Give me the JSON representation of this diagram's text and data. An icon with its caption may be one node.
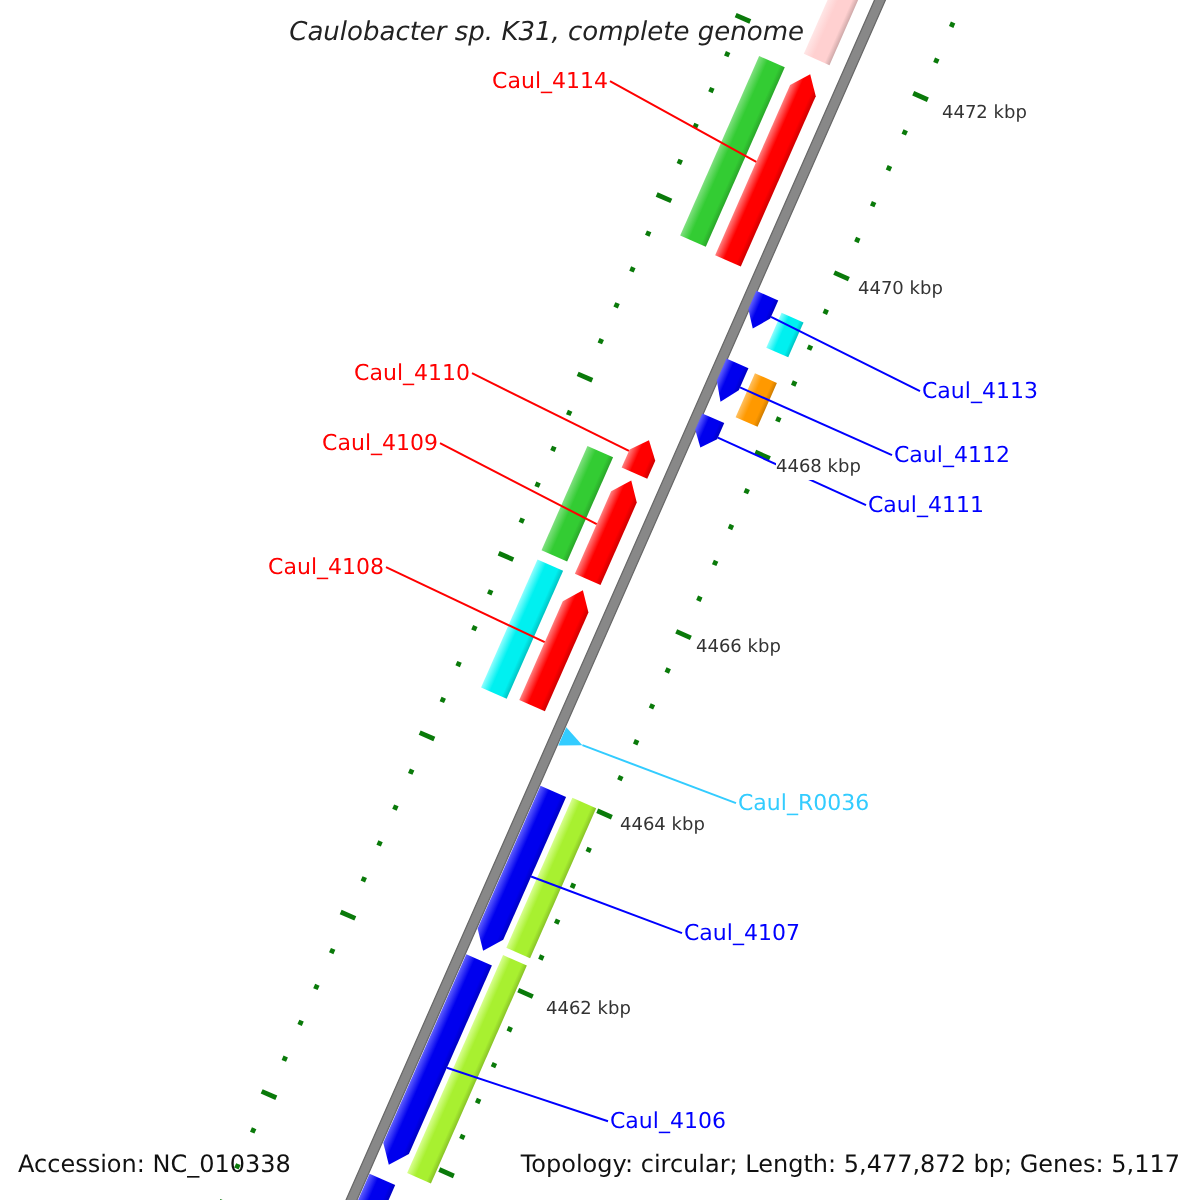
{
  "diagram": {
    "title": "Caulobacter sp. K31, complete genome",
    "nodes": [
      {
        "text": [
          "Caul_4114"
        ]
      },
      {
        "text": [],
        "shape": "bar"
      },
      {
        "text": [
          "Caul_4113"
        ]
      },
      {
        "text": [],
        "shape": "bar"
      },
      {
        "text": [
          "Caul_4112"
        ]
      },
      {
        "text": [],
        "shape": "bar"
      },
      {
        "text": [
          "Caul_4111"
        ]
      },
      {
        "text": [],
        "shape": "bar"
      },
      {
        "text": [
          "Caul_4110"
        ]
      },
      {
        "text": [],
        "shape": "bar"
      },
      {
        "text": [
          "Caul_4109"
        ]
      },
      {
        "text": [],
        "shape": "bar"
      },
      {
        "text": [
          "Caul_4108"
        ]
      },
      {
        "text": [],
        "shape": "bar"
      },
      {
        "text": [
          "Caul_R0036"
        ]
      },
      {
        "text": [],
        "shape": "triangle"
      },
      {
        "text": [
          "Caul_4107"
        ]
      },
      {
        "text": [],
        "shape": "bar"
      },
      {
        "text": [
          "Caul_4106"
        ]
      },
      {
        "text": [],
        "shape": "bar"
      },
      {
        "text": [],
        "shape": "bar"
      },
      {
        "text": [],
        "shape": "bar"
      },
      {
        "text": [],
        "shape": "bar"
      },
      {
        "text": [],
        "shape": "bar"
      },
      {
        "text": [],
        "shape": "bar"
      },
      {
        "text": [],
        "shape": "bar"
      },
      {
        "text": [],
        "shape": "bar"
      },
      {
        "text": [],
        "shape": "bar"
      },
      {
        "text": [],
        "shape": "bar"
      }
    ],
    "edges": [
      {
        "from": 0,
        "to": 1,
        "arrow": "none",
        "color": "#ff0000"
      },
      {
        "from": 2,
        "to": 3,
        "arrow": "none",
        "color": "#0000ff"
      },
      {
        "from": 4,
        "to": 5,
        "arrow": "none",
        "color": "#0000ff"
      },
      {
        "from": 6,
        "to": 7,
        "arrow": "none",
        "color": "#0000ff"
      },
      {
        "from": 8,
        "to": 9,
        "arrow": "none",
        "color": "#ff0000"
      },
      {
        "from": 10,
        "to": 11,
        "arrow": "none",
        "color": "#ff0000"
      },
      {
        "from": 12,
        "to": 13,
        "arrow": "none",
        "color": "#ff0000"
      },
      {
        "from": 14,
        "to": 15,
        "arrow": "none",
        "color": "#33ccff"
      },
      {
        "from": 16,
        "to": 17,
        "arrow": "none",
        "color": "#0000ff"
      },
      {
        "from": 18,
        "to": 19,
        "arrow": "none",
        "color": "#0000ff"
      }
    ],
    "labels": [
      "4472 kbp",
      "4470 kbp",
      "4468 kbp",
      "4466 kbp",
      "4464 kbp",
      "4462 kbp",
      "Accession: NC_010338",
      "Topology: circular; Length: 5,477,872 bp; Genes: 5,117"
    ]
  }
}
